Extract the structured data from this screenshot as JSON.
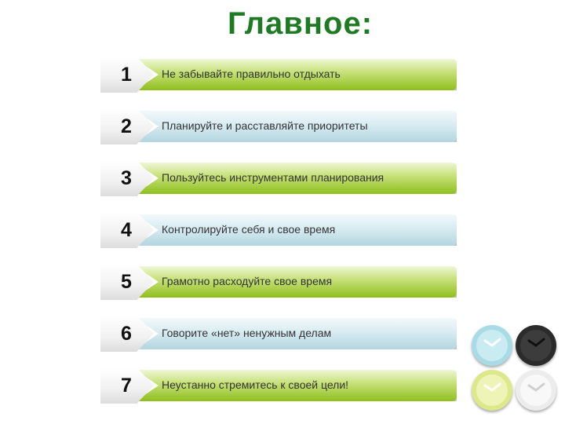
{
  "title": "Главное:",
  "items": [
    {
      "number": "1",
      "text": "Не забывайте правильно отдыхать",
      "color": "green"
    },
    {
      "number": "2",
      "text": "Планируйте и расставляйте приоритеты",
      "color": "blue"
    },
    {
      "number": "3",
      "text": "Пользуйтесь инструментами планирования",
      "color": "green"
    },
    {
      "number": "4",
      "text": "Контролируйте себя и свое время",
      "color": "blue"
    },
    {
      "number": "5",
      "text": "Грамотно расходуйте свое время",
      "color": "green"
    },
    {
      "number": "6",
      "text": "Говорите «нет» ненужным делам",
      "color": "blue"
    },
    {
      "number": "7",
      "text": "Неустанно стремитесь к своей цели!",
      "color": "green"
    }
  ],
  "clocks": [
    {
      "name": "clock-light-blue-icon",
      "color": "#a9dbe6"
    },
    {
      "name": "clock-black-icon",
      "color": "#2b2b2b"
    },
    {
      "name": "clock-lime-icon",
      "color": "#dde88a"
    },
    {
      "name": "clock-white-icon",
      "color": "#ececec"
    }
  ]
}
